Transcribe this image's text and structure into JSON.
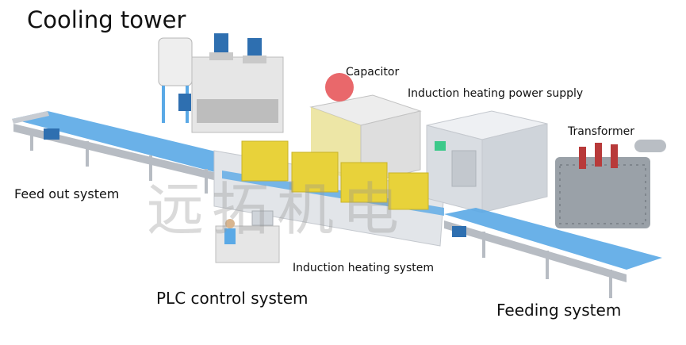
{
  "labels": {
    "cooling_tower": "Cooling tower",
    "capacitor": "Capacitor",
    "power_supply": "Induction heating power supply",
    "transformer": "Transformer",
    "feed_out": "Feed out system",
    "induction_system": "Induction heating system",
    "plc": "PLC control system",
    "feeding": "Feeding system"
  },
  "watermark": {
    "text": "远拓机电"
  },
  "colors": {
    "conveyor_blue": "#5aa9e6",
    "frame_gray": "#c8ccd2",
    "coil_yellow": "#e8d23a",
    "cabinet_gray": "#d9dde2",
    "transformer_gray": "#9aa1a8",
    "motor_blue": "#2e6fb0",
    "insulator_red": "#b83a3a",
    "cooling_white": "#eeeeee",
    "screen_green": "#3cc98a",
    "capacitor_pink": "#e9686b"
  },
  "icons": {
    "watermark_logo": "yuantuo-logo"
  }
}
